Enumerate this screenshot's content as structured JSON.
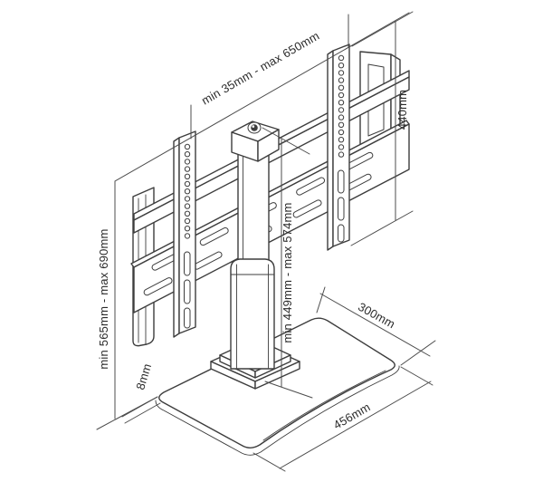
{
  "page": {
    "background": "#ffffff"
  },
  "drawing": {
    "type": "technical-dimension-diagram",
    "subject": "TV table stand with VESA mounting bracket, telescopic column and glass base",
    "line_color": "#3d3d3d",
    "dimension_color": "#4c4c4c",
    "labels": {
      "bracket_width": "min 35mm - max 650mm",
      "bracket_height": "440mm",
      "overall_height": "min 565mm - max 690mm",
      "column_height": "min 449mm - max 574mm",
      "base_depth": "300mm",
      "base_thickness": "8mm",
      "base_width": "456mm"
    }
  }
}
